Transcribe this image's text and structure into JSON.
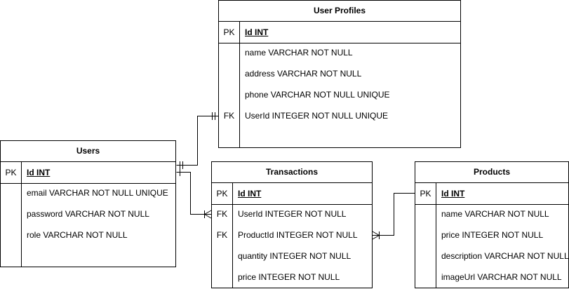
{
  "tables": {
    "user_profiles": {
      "title": "User Profiles",
      "pk_label": "PK",
      "pk_field": "Id INT",
      "fields": [
        {
          "key": "",
          "text": "name VARCHAR NOT NULL"
        },
        {
          "key": "",
          "text": "address VARCHAR NOT NULL"
        },
        {
          "key": "",
          "text": "phone VARCHAR NOT NULL UNIQUE"
        },
        {
          "key": "FK",
          "text": "UserId INTEGER NOT NULL UNIQUE"
        }
      ]
    },
    "users": {
      "title": "Users",
      "pk_label": "PK",
      "pk_field": "Id INT",
      "fields": [
        {
          "key": "",
          "text": "email  VARCHAR NOT NULL UNIQUE"
        },
        {
          "key": "",
          "text": "password  VARCHAR NOT NULL"
        },
        {
          "key": "",
          "text": "role VARCHAR NOT NULL"
        }
      ]
    },
    "transactions": {
      "title": "Transactions",
      "pk_label": "PK",
      "pk_field": "Id INT",
      "fields": [
        {
          "key": "FK",
          "text": "UserId INTEGER NOT NULL"
        },
        {
          "key": "FK",
          "text": "ProductId INTEGER NOT NULL"
        },
        {
          "key": "",
          "text": "quantity INTEGER NOT NULL"
        },
        {
          "key": "",
          "text": "price INTEGER NOT NULL"
        }
      ]
    },
    "products": {
      "title": "Products",
      "pk_label": "PK",
      "pk_field": "Id INT",
      "fields": [
        {
          "key": "",
          "text": "name VARCHAR NOT NULL"
        },
        {
          "key": "",
          "text": "price INTEGER NOT NULL"
        },
        {
          "key": "",
          "text": "description VARCHAR NOT NULL"
        },
        {
          "key": "",
          "text": "imageUrl VARCHAR NOT NULL"
        }
      ]
    }
  },
  "relationships": [
    {
      "from": "users",
      "to": "user_profiles",
      "type": "one-to-one"
    },
    {
      "from": "users",
      "to": "transactions",
      "type": "one-to-many"
    },
    {
      "from": "products",
      "to": "transactions",
      "type": "one-to-many"
    }
  ]
}
